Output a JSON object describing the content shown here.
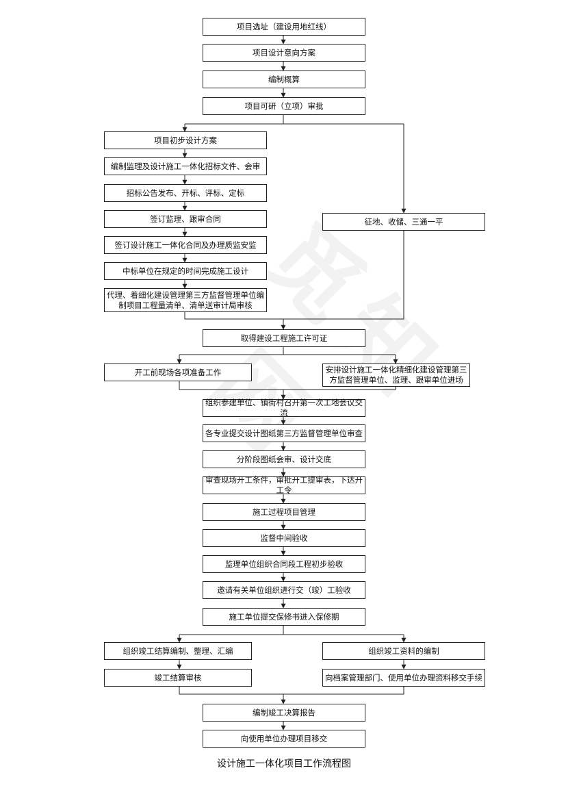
{
  "watermark": "觅知网",
  "caption": "设计施工一体化项目工作流程图",
  "nodes": {
    "site": "项目选址（建设用地红线）",
    "intent": "项目设计意向方案",
    "estimate": "编制概算",
    "approval": "项目可研（立项）审批",
    "prelim": "项目初步设计方案",
    "bid_docs": "编制监理及设计施工一体化招标文件、会审",
    "tender": "招标公告发布、开标、评标、定标",
    "sign_sup": "签订监理、跟审合同",
    "sign_dc": "签订设计施工一体化合同及办理质监安监",
    "design_done": "中标单位在规定的时间完成施工设计",
    "bill": "代理、着细化建设管理第三方监督管理单位编制项目工程量清单、清单送审计局审核",
    "land": "征地、收储、三通一平",
    "permit": "取得建设工程施工许可证",
    "site_prep": "开工前现场各项准备工作",
    "entry": "安排设计施工一体化精细化建设管理第三方监督管理单位、监理、跟审单位进场",
    "meeting": "组织参建单位、镇街村召开第一次工地会议交流",
    "drawings": "各专业提交设计图纸第三方监督管理单位审查",
    "review": "分阶段图纸会审、设计交底",
    "start_order": "审查现场开工条件，审批开工提审表，下达开工令",
    "process": "施工过程项目管理",
    "mid_insp": "监督中间验收",
    "pre_accept": "监理单位组织合同段工程初步验收",
    "final_accept": "邀请有关单位组织进行交（竣）工验收",
    "warranty": "施工单位提交保修书进入保修期",
    "settle_prep": "组织竣工结算编制、整理、汇编",
    "docs_prep": "组织竣工资料的编制",
    "settle_audit": "竣工结算审核",
    "archive": "向档案管理部门、使用单位办理资料移交手续",
    "final_report": "编制竣工决算报告",
    "handover": "向使用单位办理项目移交"
  }
}
